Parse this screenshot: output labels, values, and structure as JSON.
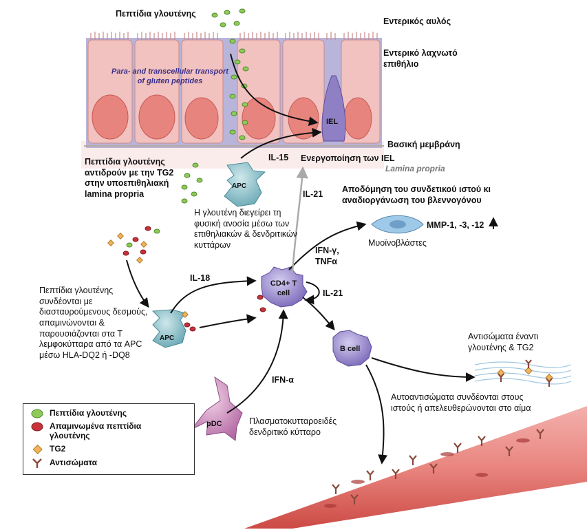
{
  "labels": {
    "gluten_peptides_top": "Πεπτίδια γλουτένης",
    "intestinal_lumen": "Εντερικός αυλός",
    "epithelium": "Εντερικό λαχνωτό επιθήλιο",
    "basement_membrane": "Βασική μεμβράνη",
    "transport": "Para- and transcellular transport of gluten peptides",
    "iel": "IEL",
    "il15": "IL-15",
    "iel_activation": "Ενεργοποίηση των IEL",
    "lamina_propria": "Lamina propria",
    "tg2_react": "Πεπτίδια γλουτένης αντιδρούν με την TG2 στην υποεπιθηλιακή lamina propria",
    "apc": "APC",
    "innate": "Η γλουτένη διεγείρει τη φυσική ανοσία μέσω των επιθηλιακών & δενδριτικών κυττάρων",
    "il21_up": "IL-21",
    "tissue_remodel": "Αποδόμηση του συνδετικού ιστού κι αναδιοργάνωση του βλεννογόνου",
    "mmp": "MMP-1, -3, -12",
    "myofibroblasts": "Μυοϊνοβλάστες",
    "ifn_tnf": "IFN-γ, TNFα",
    "il18": "IL-18",
    "cd4": "CD4+ T cell",
    "il21_loop": "IL-21",
    "crosslink": "Πεπτίδια γλουτένης συνδέονται με διασταυρούμενους δεσμούς, απαμινώνονται & παρουσιάζονται στα Τ λεμφοκύτταρα από τα APC μέσω HLA-DQ2 ή -DQ8",
    "apc2": "APC",
    "bcell": "B cell",
    "antibodies_target": "Αντισώματα έναντι γλουτένης & TG2",
    "ifn_alpha": "IFN-α",
    "pdc": "pDC",
    "autoantibodies": "Αυτοαντισώματα συνδέονται στους ιστούς ή απελευθερώνονται στο αίμα",
    "pdc_name": "Πλασματοκυτταροειδές δενδριτικό κύτταρο"
  },
  "legend": [
    {
      "icon": "green-peptide-icon",
      "color": "#7fbf4d",
      "text": "Πεπτίδια γλουτένης"
    },
    {
      "icon": "red-deamidated-peptide-icon",
      "color": "#c8323a",
      "text": "Απαμινωμένα πεπτίδια γλουτένης"
    },
    {
      "icon": "tg2-diamond-icon",
      "color": "#f0b45a",
      "text": "TG2"
    },
    {
      "icon": "antibody-icon",
      "color": "#8a4a3a",
      "text": "Αντισώματα"
    }
  ],
  "colors": {
    "epithelium": "#f1c2bf",
    "nucleus": "#e8847e",
    "interstitial": "#b9b4da",
    "lamina": "#fbecec",
    "immune_cell": "#8f7fc4",
    "apc": "#8ec4cc",
    "pdc": "#c97fb4",
    "vessel": "#d9534f",
    "myofibroblast": "#9ec9e8",
    "gray_arrow": "#a9a9a9"
  }
}
